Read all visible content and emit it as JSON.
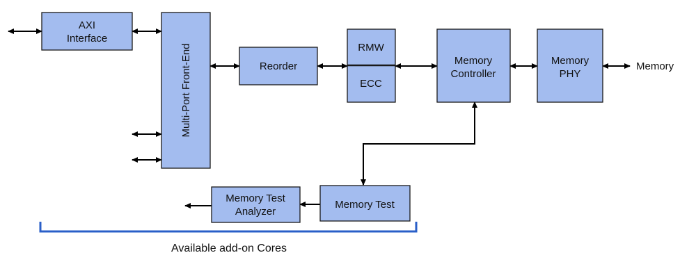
{
  "blocks": {
    "axi": [
      "AXI",
      "Interface"
    ],
    "front_end": "Multi-Port Front-End",
    "reorder": "Reorder",
    "rmw": "RMW",
    "ecc": "ECC",
    "controller": [
      "Memory",
      "Controller"
    ],
    "phy": [
      "Memory",
      "PHY"
    ],
    "memory_test": "Memory Test",
    "analyzer": [
      "Memory Test",
      "Analyzer"
    ]
  },
  "external_memory_label": "Memory",
  "brace_caption": "Available add-on Cores",
  "colors": {
    "block_fill": "#a3bcef",
    "block_border": "#1a1a1a",
    "brace": "#2a5fc8",
    "line": "#000000"
  }
}
